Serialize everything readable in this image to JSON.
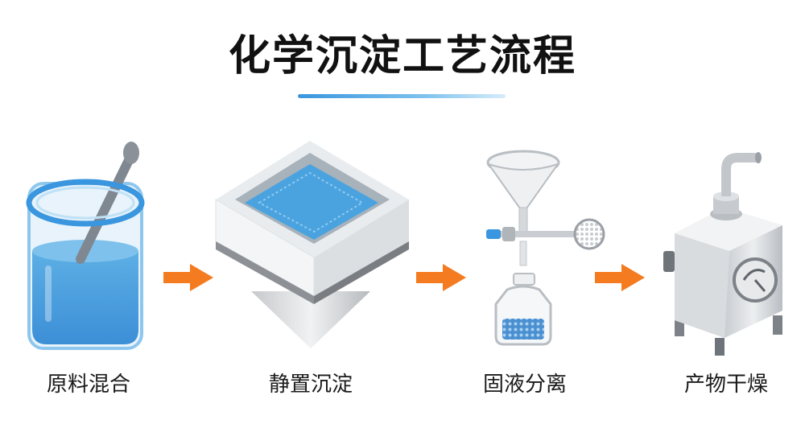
{
  "title": "化学沉淀工艺流程",
  "steps": [
    {
      "label": "原料混合",
      "icon": "beaker-with-stirrer-icon"
    },
    {
      "label": "静置沉淀",
      "icon": "settling-tank-icon"
    },
    {
      "label": "固液分离",
      "icon": "funnel-filtration-icon"
    },
    {
      "label": "产物干燥",
      "icon": "drying-oven-icon"
    }
  ],
  "colors": {
    "arrow": "#f47b20",
    "liquid": "#4aa3df",
    "title_bar_start": "#3a96de",
    "title_bar_end": "#d6ecfa"
  }
}
